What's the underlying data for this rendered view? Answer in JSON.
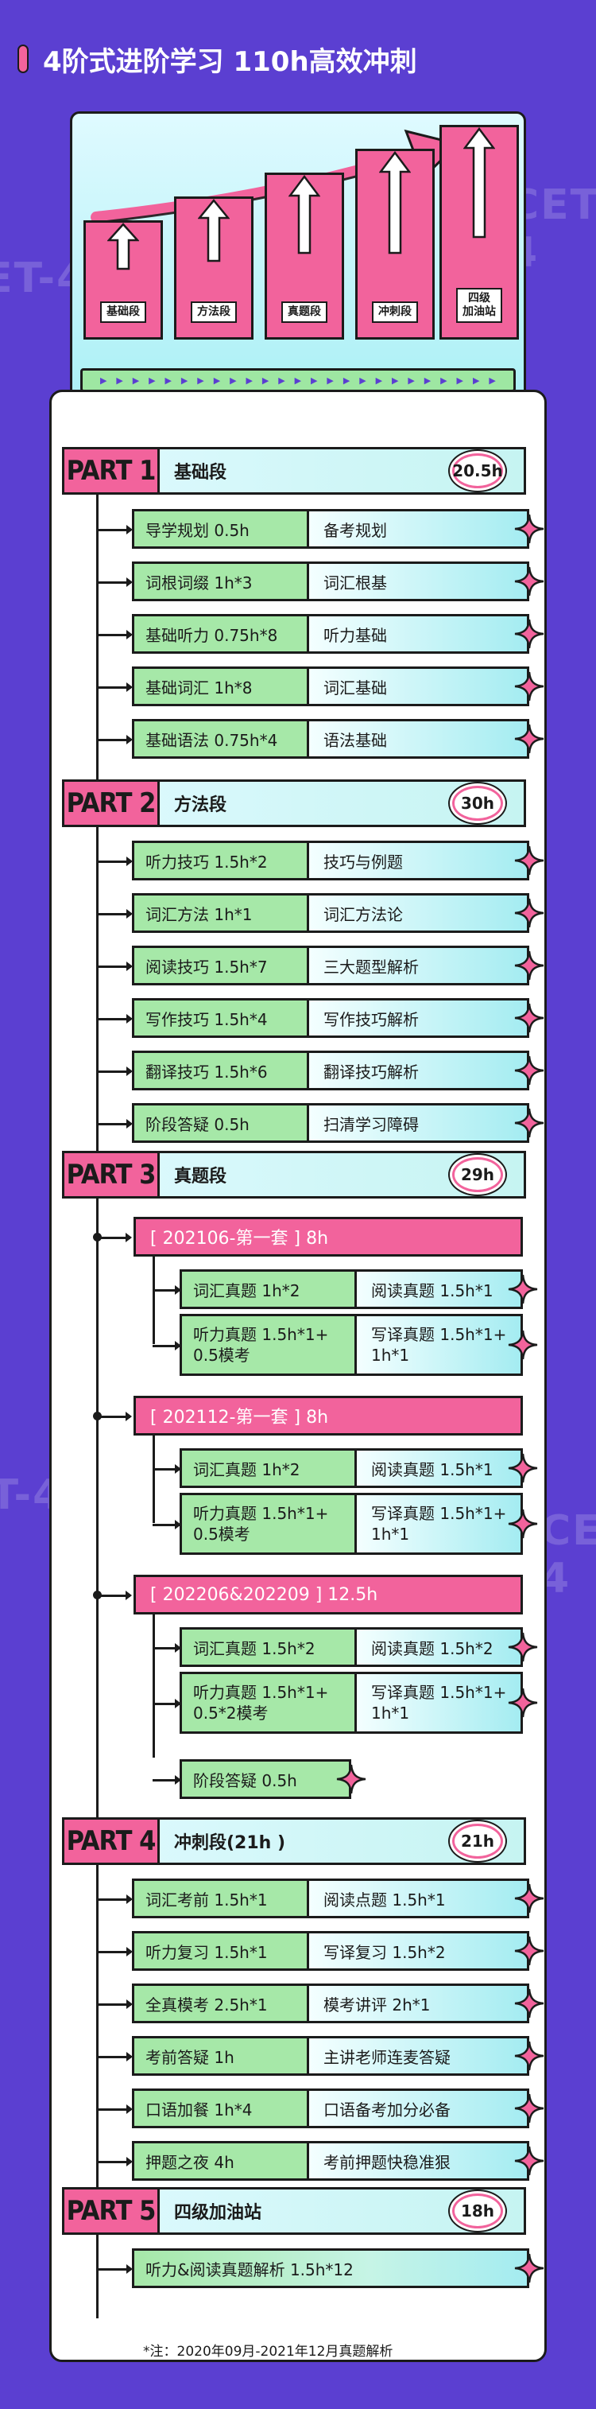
{
  "title": "4阶式进阶学习  110h高效冲刺",
  "watermark": "CET-4",
  "hero": {
    "steps": [
      "基础段",
      "方法段",
      "真题段",
      "冲刺段",
      "四级\n加油站"
    ]
  },
  "parts": [
    {
      "tag": "PART 1",
      "name": "基础段",
      "hours": "20.5h",
      "rows": [
        {
          "left": "导学规划  0.5h",
          "right": "备考规划"
        },
        {
          "left": "词根词缀  1h*3",
          "right": "词汇根基"
        },
        {
          "left": "基础听力  0.75h*8",
          "right": "听力基础"
        },
        {
          "left": "基础词汇  1h*8",
          "right": "词汇基础"
        },
        {
          "left": "基础语法  0.75h*4",
          "right": "语法基础"
        }
      ]
    },
    {
      "tag": "PART 2",
      "name": "方法段",
      "hours": "30h",
      "rows": [
        {
          "left": "听力技巧  1.5h*2",
          "right": "技巧与例题"
        },
        {
          "left": "词汇方法  1h*1",
          "right": "词汇方法论"
        },
        {
          "left": "阅读技巧  1.5h*7",
          "right": "三大题型解析"
        },
        {
          "left": "写作技巧  1.5h*4",
          "right": "写作技巧解析"
        },
        {
          "left": "翻译技巧  1.5h*6",
          "right": "翻译技巧解析"
        },
        {
          "left": "阶段答疑    0.5h",
          "right": "扫清学习障碍"
        }
      ]
    },
    {
      "tag": "PART 3",
      "name": "真题段",
      "hours": "29h",
      "groups": [
        {
          "header": "[ 202106-第一套 ] 8h",
          "rows": [
            {
              "left": "词汇真题   1h*2",
              "right": "阅读真题   1.5h*1"
            },
            {
              "left": "听力真题   1.5h*1+ 0.5模考",
              "right": "写译真题   1.5h*1+ 1h*1"
            }
          ]
        },
        {
          "header": "[ 202112-第一套 ] 8h",
          "rows": [
            {
              "left": "词汇真题   1h*2",
              "right": "阅读真题   1.5h*1"
            },
            {
              "left": "听力真题   1.5h*1+ 0.5模考",
              "right": "写译真题   1.5h*1+ 1h*1"
            }
          ]
        },
        {
          "header": "[ 202206&202209 ] 12.5h",
          "rows": [
            {
              "left": "词汇真题   1.5h*2",
              "right": "阅读真题   1.5h*2"
            },
            {
              "left": "听力真题   1.5h*1+ 0.5*2模考",
              "right": "写译真题   1.5h*1+ 1h*1"
            }
          ]
        }
      ],
      "final_row": "阶段答疑    0.5h"
    },
    {
      "tag": "PART 4",
      "name": "冲刺段(21h )",
      "hours": "21h",
      "rows": [
        {
          "left": "词汇考前   1.5h*1",
          "right": "阅读点题   1.5h*1"
        },
        {
          "left": "听力复习   1.5h*1",
          "right": "写译复习   1.5h*2"
        },
        {
          "left": "全真模考   2.5h*1",
          "right": "模考讲评   2h*1"
        },
        {
          "left": "考前答疑   1h",
          "right": "主讲老师连麦答疑"
        },
        {
          "left": "口语加餐   1h*4",
          "right": "口语备考加分必备"
        },
        {
          "left": "押题之夜   4h",
          "right": "考前押题快稳准狠"
        }
      ]
    },
    {
      "tag": "PART 5",
      "name": "四级加油站",
      "hours": "18h",
      "single": "听力&阅读真题解析 1.5h*12"
    }
  ],
  "note": "*注：2020年09月-2021年12月真题解析",
  "colors": {
    "bg": "#5b3fd1",
    "pink": "#f2639c",
    "green": "#a6e8a8",
    "cyan": "#a4ecf1"
  }
}
